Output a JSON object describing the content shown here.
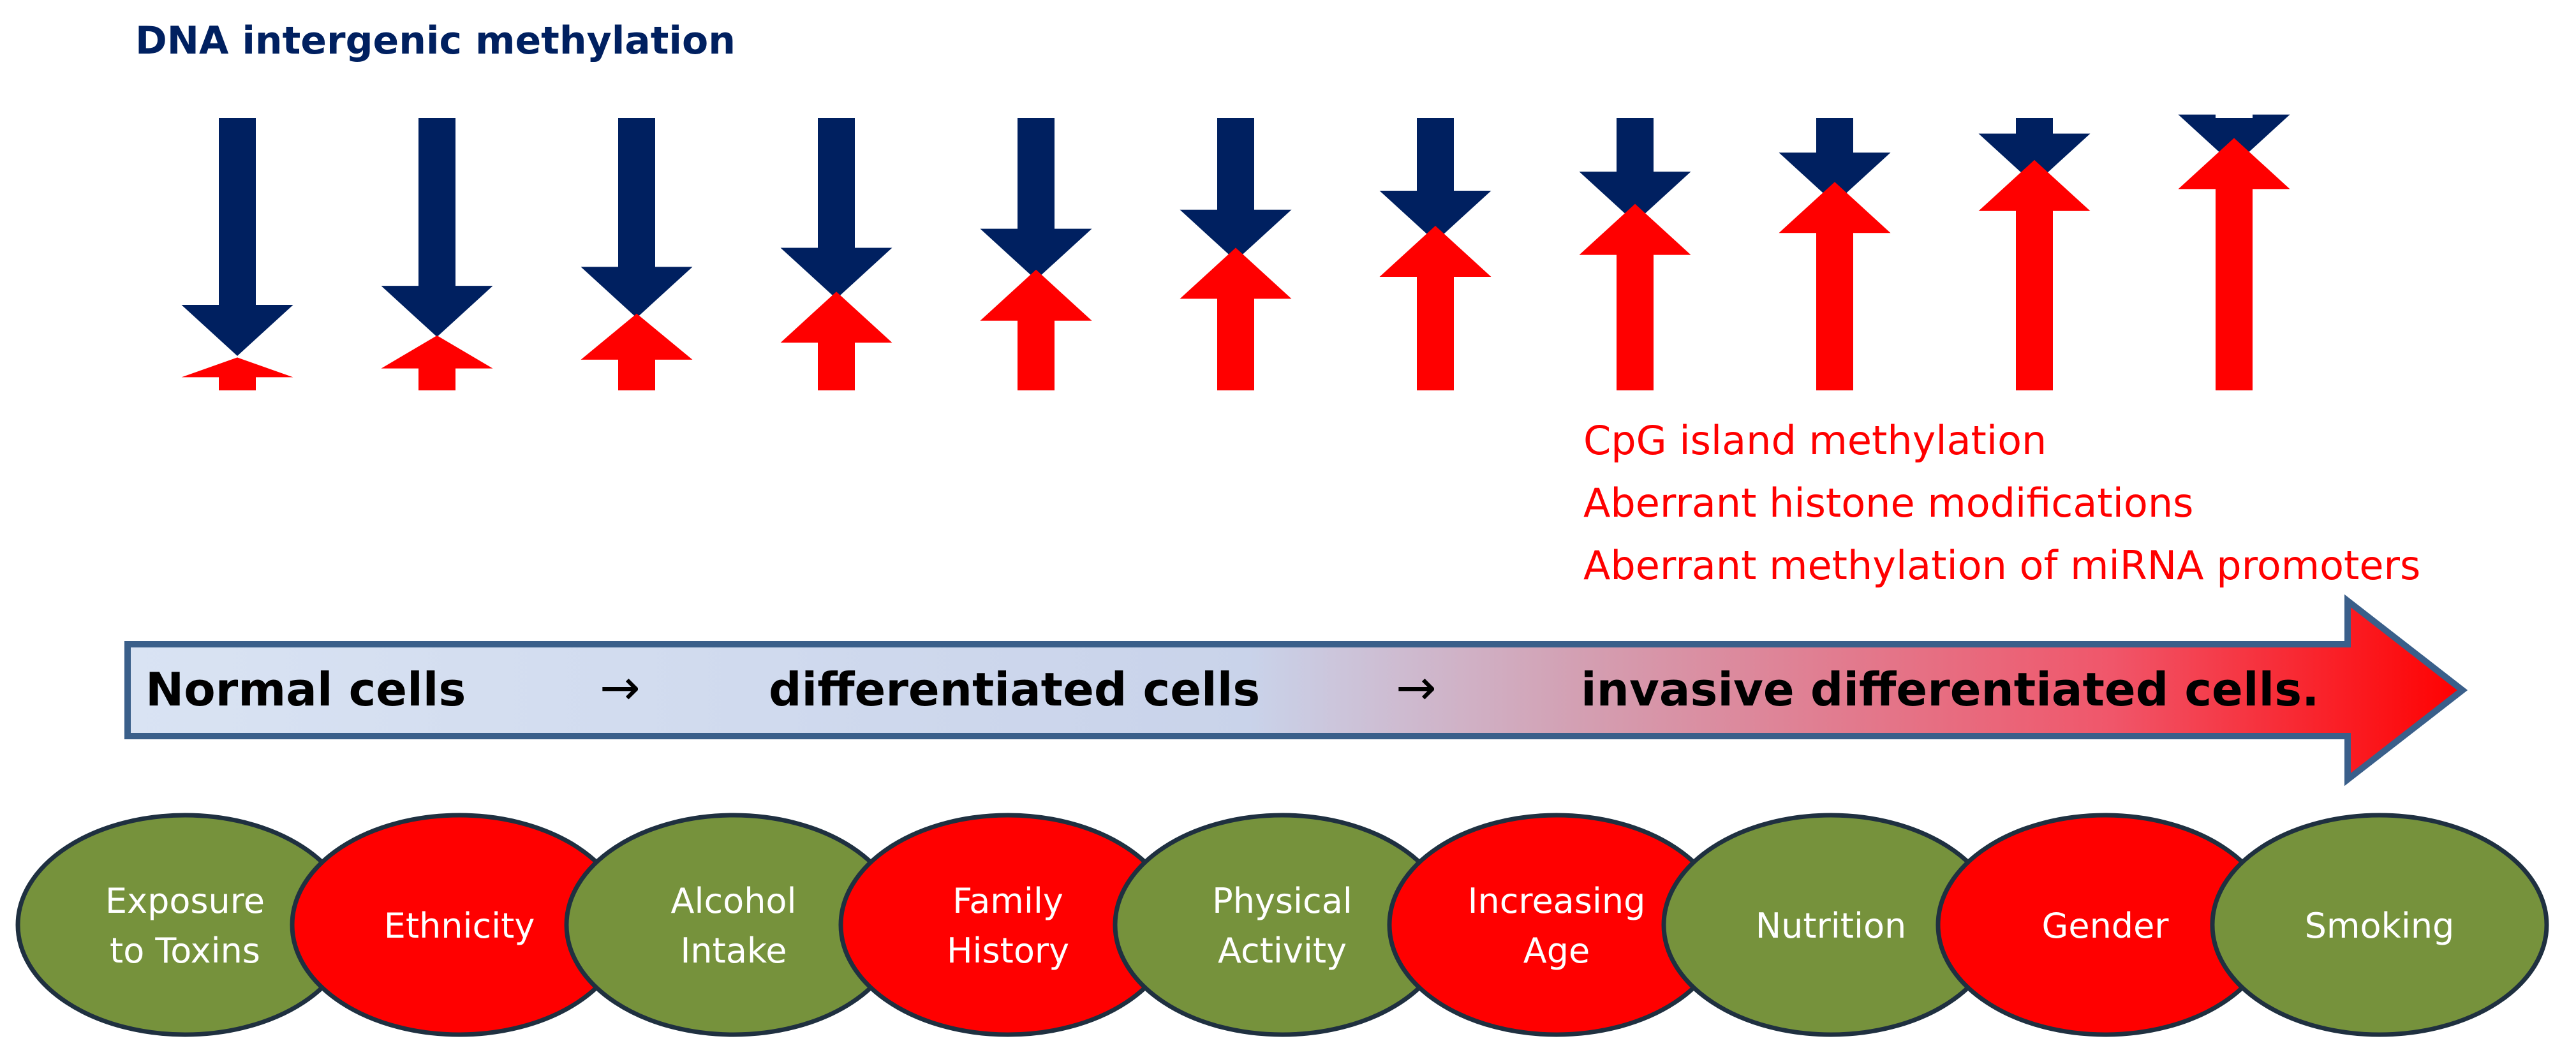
{
  "title": "DNA intergenic methylation",
  "red_labels": [
    "CpG island methylation",
    "Aberrant histone modifications",
    "Aberrant methylation of miRNA promoters"
  ],
  "progression": {
    "stages": [
      "Normal cells",
      "differentiated cells",
      "invasive differentiated cells."
    ],
    "connector": "→"
  },
  "arrow_pairs": [
    {
      "down": 1.0,
      "up": 0.12
    },
    {
      "down": 0.92,
      "up": 0.2
    },
    {
      "down": 0.84,
      "up": 0.28
    },
    {
      "down": 0.76,
      "up": 0.36
    },
    {
      "down": 0.68,
      "up": 0.44
    },
    {
      "down": 0.6,
      "up": 0.52
    },
    {
      "down": 0.52,
      "up": 0.6
    },
    {
      "down": 0.44,
      "up": 0.68
    },
    {
      "down": 0.36,
      "up": 0.76
    },
    {
      "down": 0.28,
      "up": 0.84
    },
    {
      "down": 0.2,
      "up": 0.92
    }
  ],
  "factors": [
    {
      "lines": [
        "Exposure",
        "to Toxins"
      ],
      "color": "#76923c"
    },
    {
      "lines": [
        "Ethnicity"
      ],
      "color": "#ff0000"
    },
    {
      "lines": [
        "Alcohol",
        "Intake"
      ],
      "color": "#76923c"
    },
    {
      "lines": [
        "Family",
        "History"
      ],
      "color": "#ff0000"
    },
    {
      "lines": [
        "Physical",
        "Activity"
      ],
      "color": "#76923c"
    },
    {
      "lines": [
        "Increasing",
        "Age"
      ],
      "color": "#ff0000"
    },
    {
      "lines": [
        "Nutrition"
      ],
      "color": "#76923c"
    },
    {
      "lines": [
        "Gender"
      ],
      "color": "#ff0000"
    },
    {
      "lines": [
        "Smoking"
      ],
      "color": "#76923c"
    }
  ],
  "colors": {
    "navy": "#002060",
    "red": "#ff0000",
    "green": "#76923c",
    "border": "#1f3040",
    "arrow_light": "#dbe5f5",
    "arrow_border": "#3a5f8a"
  }
}
